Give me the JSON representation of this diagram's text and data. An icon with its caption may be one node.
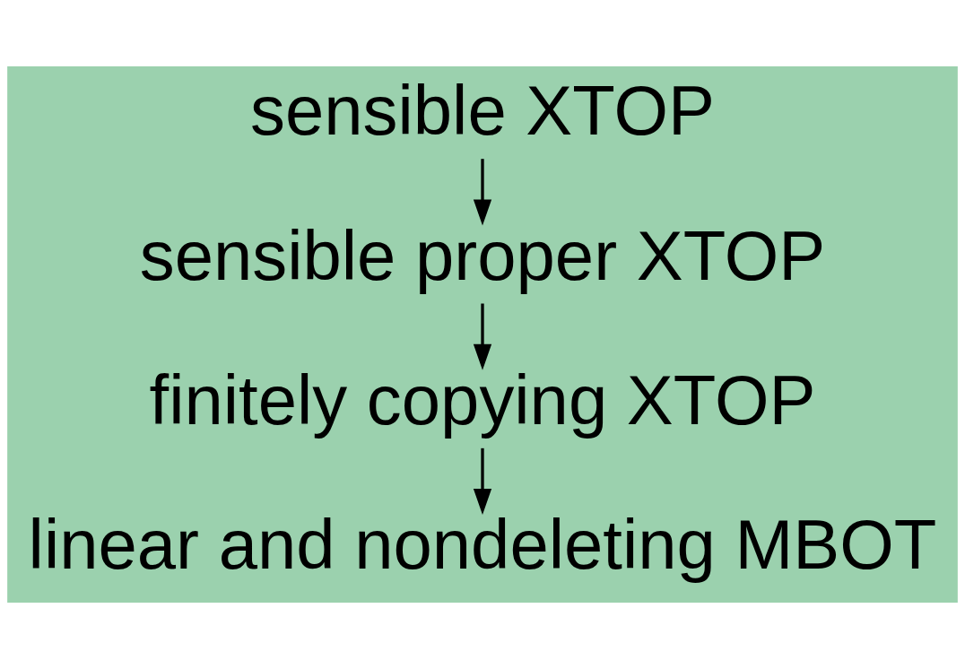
{
  "diagram": {
    "nodes": [
      {
        "text": [
          "sensible XTOP"
        ]
      },
      {
        "text": [
          "sensible proper XTOP"
        ]
      },
      {
        "text": [
          "finitely copying XTOP"
        ]
      },
      {
        "text": [
          "linear and nondeleting MBOT"
        ]
      }
    ],
    "edges": [
      {
        "from": 0,
        "to": 1,
        "arrow": "to"
      },
      {
        "from": 1,
        "to": 2,
        "arrow": "to"
      },
      {
        "from": 2,
        "to": 3,
        "arrow": "to"
      }
    ]
  }
}
